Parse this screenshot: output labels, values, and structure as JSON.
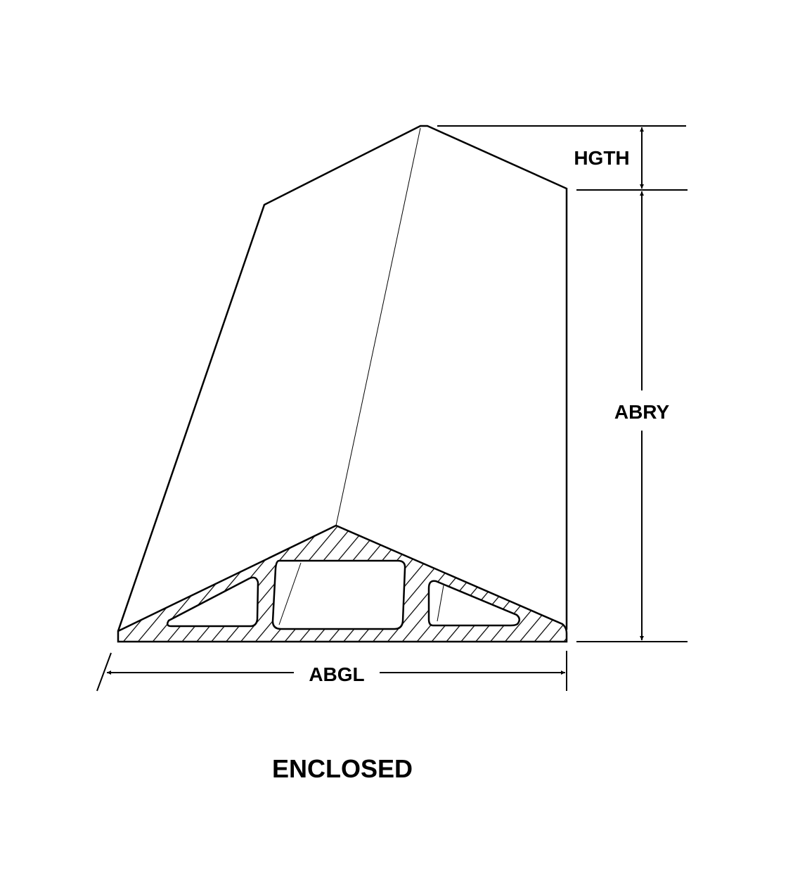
{
  "diagram": {
    "title": "ENCLOSED",
    "dimensions": {
      "height": "HGTH",
      "above_ground_rise": "ABRY",
      "above_ground_length": "ABGL"
    },
    "colors": {
      "line": "#000000",
      "background": "#ffffff"
    }
  }
}
